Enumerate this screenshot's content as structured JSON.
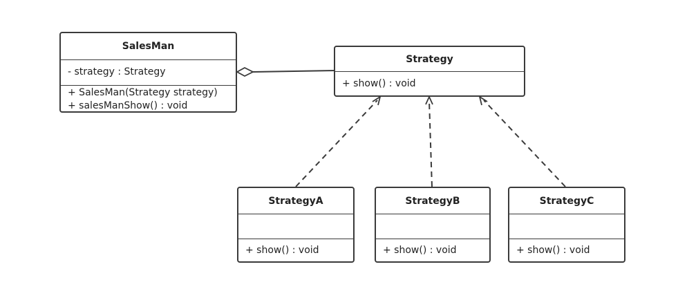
{
  "classes": {
    "salesman": {
      "name": "SalesMan",
      "attributes": [
        "- strategy : Strategy"
      ],
      "operations": [
        "+ SalesMan(Strategy strategy)",
        "+ salesManShow() : void"
      ]
    },
    "strategy": {
      "name": "Strategy",
      "attributes": [],
      "operations": [
        "+ show() : void"
      ]
    },
    "strategy_a": {
      "name": "StrategyA",
      "attributes": [],
      "operations": [
        "+ show() : void"
      ]
    },
    "strategy_b": {
      "name": "StrategyB",
      "attributes": [],
      "operations": [
        "+ show() : void"
      ]
    },
    "strategy_c": {
      "name": "StrategyC",
      "attributes": [],
      "operations": [
        "+ show() : void"
      ]
    }
  },
  "relations": [
    {
      "type": "aggregation",
      "from": "salesman",
      "to": "strategy"
    },
    {
      "type": "realization",
      "from": "strategy_a",
      "to": "strategy"
    },
    {
      "type": "realization",
      "from": "strategy_b",
      "to": "strategy"
    },
    {
      "type": "realization",
      "from": "strategy_c",
      "to": "strategy"
    }
  ],
  "colors": {
    "stroke": "#3a3a3a",
    "text": "#222222",
    "background": "#ffffff"
  }
}
